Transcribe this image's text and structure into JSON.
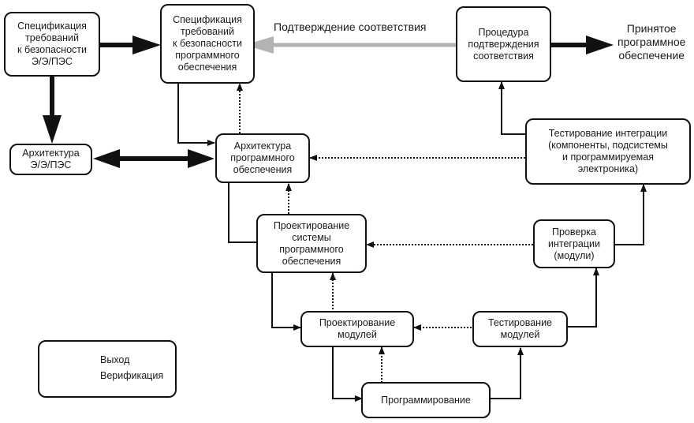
{
  "diagram": {
    "nodes": {
      "ees_spec": "Спецификация\nтребований\nк безопасности\nЭ/Э/ПЭС",
      "sw_spec": "Спецификация\nтребований\nк безопасности\nпрограммного\nобеспечения",
      "validation": "Процедура\nподтверждения\nсоответствия",
      "ees_arch": "Архитектура\nЭ/Э/ПЭС",
      "sw_arch": "Архитектура\nпрограммного\nобеспечения",
      "integration_test": "Тестирование интеграции\n(компоненты, подсистемы\nи программируемая\nэлектроника)",
      "sw_system_design": "Проектирование\nсистемы\nпрограммного\nобеспечения",
      "integration_check": "Проверка\nинтеграции\n(модули)",
      "module_design": "Проектирование\nмодулей",
      "module_test": "Тестирование\nмодулей",
      "coding": "Программирование"
    },
    "labels": {
      "validation_arrow": "Подтверждение соответствия",
      "accepted_sw": "Принятое\nпрограммное\nобеспечение"
    },
    "legend": {
      "output": "Выход",
      "verification": "Верификация"
    },
    "colors": {
      "line": "#111111",
      "validation_arrow": "#b3b3b3"
    }
  }
}
